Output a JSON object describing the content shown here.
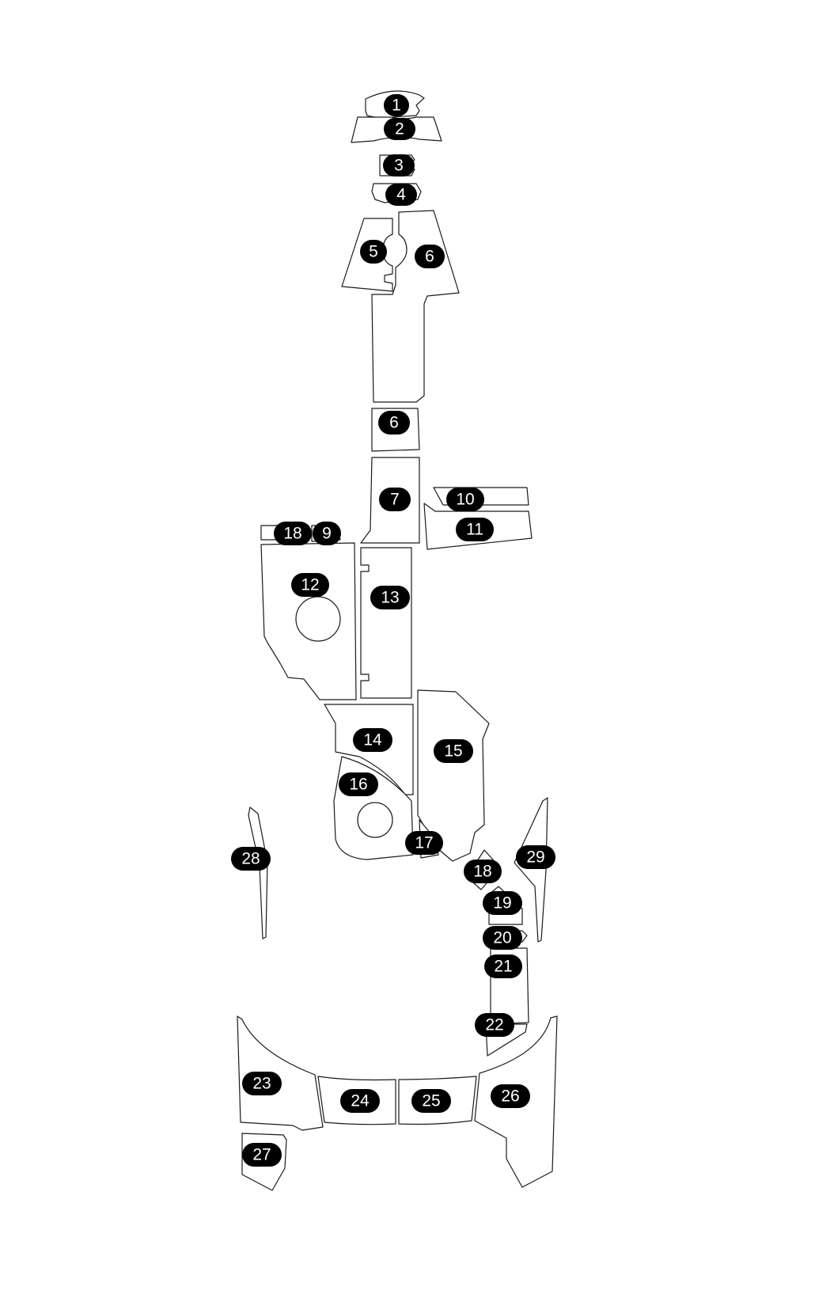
{
  "diagram": {
    "colors": {
      "background": "#ffffff",
      "outline": "#1a1a1a",
      "badge_fill": "#000000",
      "badge_text": "#ffffff"
    },
    "labels": [
      "1",
      "2",
      "3",
      "4",
      "5",
      "6",
      "6",
      "7",
      "18",
      "9",
      "10",
      "11",
      "12",
      "13",
      "14",
      "15",
      "16",
      "17",
      "18",
      "19",
      "20",
      "21",
      "22",
      "23",
      "24",
      "25",
      "26",
      "27",
      "28",
      "29"
    ]
  }
}
